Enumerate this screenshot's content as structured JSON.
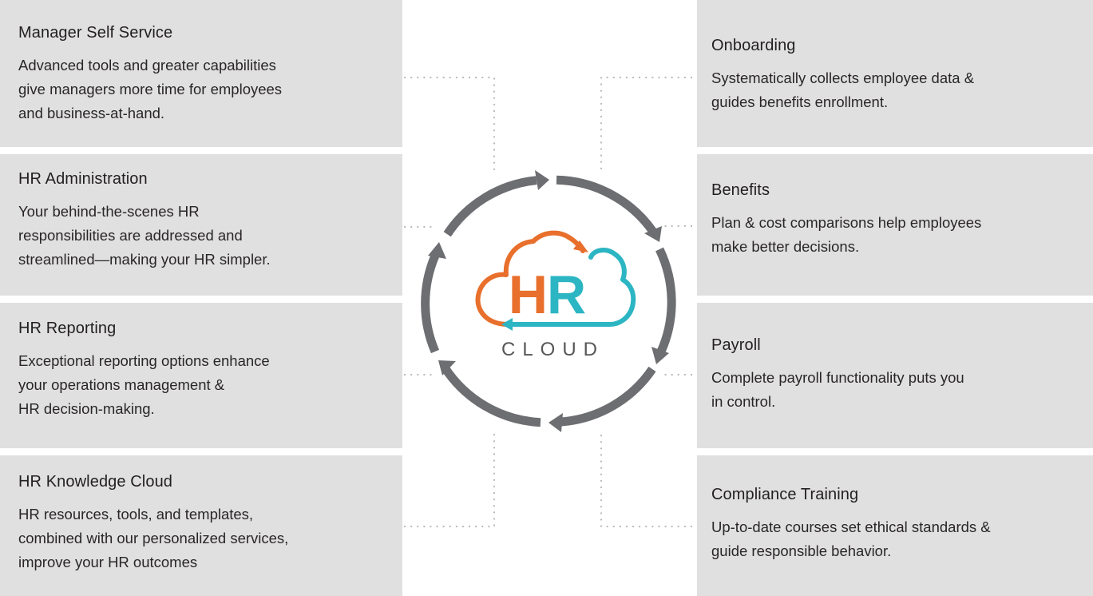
{
  "left_cards": [
    {
      "title": "Manager Self Service",
      "desc": "Advanced tools and greater capabilities\ngive managers more time for employees\nand business-at-hand."
    },
    {
      "title": "HR Administration",
      "desc": "Your behind-the-scenes HR\nresponsibilities are addressed and\nstreamlined—making your HR simpler."
    },
    {
      "title": "HR Reporting",
      "desc": "Exceptional reporting options enhance\nyour operations management &\nHR decision-making."
    },
    {
      "title": "HR Knowledge Cloud",
      "desc": "HR resources, tools, and templates,\ncombined with our personalized services,\nimprove your HR outcomes"
    }
  ],
  "right_cards": [
    {
      "title": "Onboarding",
      "desc": "Systematically collects employee data &\nguides benefits enrollment."
    },
    {
      "title": "Benefits",
      "desc": "Plan & cost comparisons help employees\nmake better decisions."
    },
    {
      "title": "Payroll",
      "desc": "Complete payroll functionality puts you\nin control."
    },
    {
      "title": "Compliance Training",
      "desc": "Up-to-date courses set ethical standards &\nguide responsible behavior."
    }
  ],
  "logo": {
    "hr_h": "H",
    "hr_r": "R",
    "word": "CLOUD"
  },
  "colors": {
    "card_bg": "#e0e0e1",
    "ring": "#6d6e71",
    "orange": "#e86f2c",
    "teal": "#2cb5c2",
    "dots": "#b7b8ba"
  }
}
